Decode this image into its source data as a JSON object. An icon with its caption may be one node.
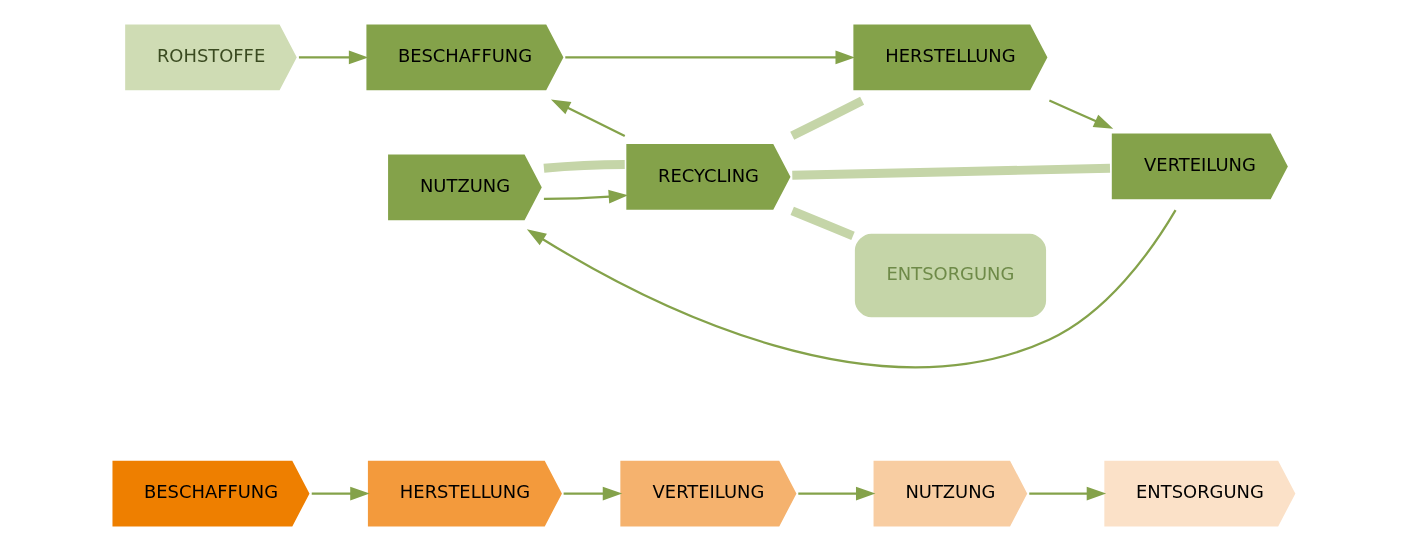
{
  "diagram": {
    "nodes": [
      {
        "text": [
          "BESCHAFFUNG"
        ]
      },
      {
        "text": [
          "HERSTELLUNG"
        ]
      },
      {
        "text": [
          "VERTEILUNG"
        ]
      },
      {
        "text": [
          "NUTZUNG"
        ]
      },
      {
        "text": [
          "ENTSORGUNG"
        ]
      },
      {
        "text": [
          "ROHSTOFFE"
        ]
      },
      {
        "text": [
          "BESCHAFFUNG"
        ]
      },
      {
        "text": [
          "HERSTELLUNG"
        ]
      },
      {
        "text": [
          "VERTEILUNG"
        ]
      },
      {
        "text": [
          "NUTZUNG"
        ]
      },
      {
        "text": [
          "RECYCLING"
        ]
      },
      {
        "text": [
          "ENTSORGUNG"
        ]
      }
    ],
    "edges": [
      {
        "from": 0,
        "to": 1,
        "arrow": "to"
      },
      {
        "from": 1,
        "to": 2,
        "arrow": "to"
      },
      {
        "from": 2,
        "to": 3,
        "arrow": "to"
      },
      {
        "from": 3,
        "to": 4,
        "arrow": "to"
      },
      {
        "from": 5,
        "to": 6,
        "arrow": "to"
      },
      {
        "from": 6,
        "to": 7,
        "arrow": "to"
      },
      {
        "from": 7,
        "to": 8,
        "arrow": "to"
      },
      {
        "from": 8,
        "to": 9,
        "arrow": "to"
      },
      {
        "from": 9,
        "to": 10,
        "arrow": "to"
      },
      {
        "from": 10,
        "to": 6,
        "arrow": "to"
      },
      {
        "from": 10,
        "to": 11,
        "arrow": "none",
        "color": "#c5d5a8",
        "style": "thick"
      },
      {
        "from": 10,
        "to": 7,
        "arrow": "none",
        "color": "#c5d5a8",
        "style": "thick"
      },
      {
        "from": 10,
        "to": 8,
        "arrow": "none",
        "color": "#c5d5a8",
        "style": "thick"
      },
      {
        "from": 10,
        "to": 9,
        "arrow": "none",
        "color": "#c5d5a8",
        "style": "thick"
      }
    ]
  }
}
